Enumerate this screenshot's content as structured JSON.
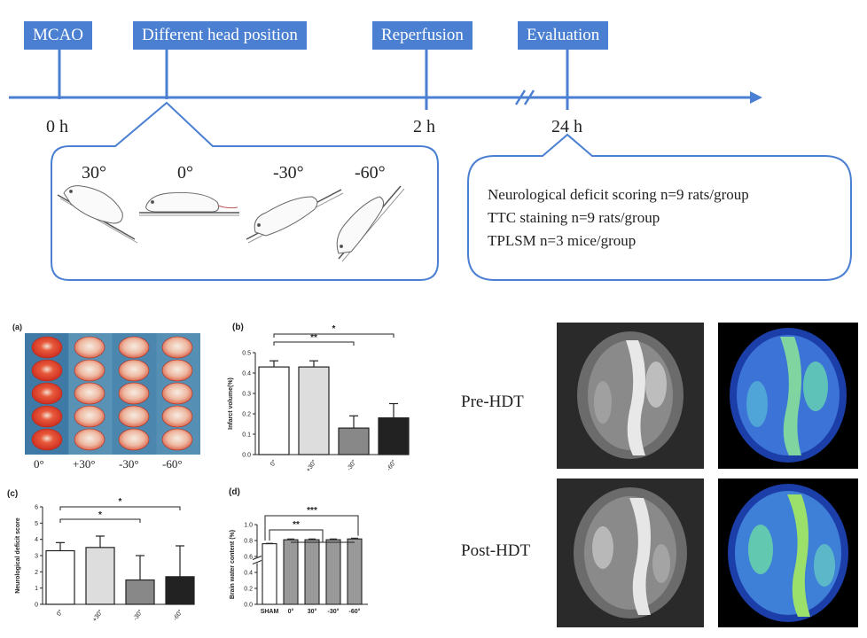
{
  "timeline": {
    "stages": [
      {
        "label": "MCAO",
        "time": "0 h"
      },
      {
        "label": "Different head position",
        "time": ""
      },
      {
        "label": "Reperfusion",
        "time": "2 h"
      },
      {
        "label": "Evaluation",
        "time": "24 h"
      }
    ],
    "positions": [
      "30°",
      "0°",
      "-30°",
      "-60°"
    ],
    "evaluation": [
      "Neurological deficit scoring n=9 rats/group",
      "TTC staining n=9 rats/group",
      "TPLSM  n=3 mice/group"
    ],
    "accent_color": "#4a7fd1"
  },
  "panel_a": {
    "letter": "(a)",
    "labels": [
      "0°",
      "+30°",
      "-30°",
      "-60°"
    ]
  },
  "chart_data": [
    {
      "type": "bar",
      "panel": "(b)",
      "ylabel": "Infarct volume(%)",
      "categories": [
        "0°",
        "+30°",
        "-30°",
        "-60°"
      ],
      "values": [
        0.43,
        0.43,
        0.13,
        0.18
      ],
      "errors": [
        0.03,
        0.03,
        0.06,
        0.07
      ],
      "ylim": [
        0,
        0.5
      ],
      "yticks": [
        "0.0",
        "0.1",
        "0.2",
        "0.3",
        "0.4",
        "0.5"
      ],
      "significance": [
        {
          "from": 0,
          "to": 2,
          "label": "**"
        },
        {
          "from": 0,
          "to": 3,
          "label": "*"
        }
      ],
      "colors": [
        "#ffffff",
        "#dddddd",
        "#888888",
        "#222222"
      ]
    },
    {
      "type": "bar",
      "panel": "(c)",
      "ylabel": "Neurological deficit score",
      "categories": [
        "0°",
        "+30°",
        "-30°",
        "-60°"
      ],
      "values": [
        3.3,
        3.5,
        1.5,
        1.7
      ],
      "errors": [
        0.5,
        0.7,
        1.5,
        1.9
      ],
      "ylim": [
        0,
        6
      ],
      "yticks": [
        "0",
        "1",
        "2",
        "3",
        "4",
        "5",
        "6"
      ],
      "significance": [
        {
          "from": 0,
          "to": 2,
          "label": "*"
        },
        {
          "from": 0,
          "to": 3,
          "label": "*"
        }
      ],
      "colors": [
        "#ffffff",
        "#dddddd",
        "#888888",
        "#222222"
      ]
    },
    {
      "type": "bar",
      "panel": "(d)",
      "ylabel": "Brain water content (%)",
      "categories": [
        "SHAM",
        "0°",
        "30°",
        "-30°",
        "-60°"
      ],
      "values": [
        0.76,
        0.81,
        0.81,
        0.81,
        0.82
      ],
      "errors": [
        0.005,
        0.01,
        0.01,
        0.01,
        0.01
      ],
      "ylim": [
        0,
        1.0
      ],
      "yticks": [
        "0.0",
        "0.2",
        "0.4",
        "0.6",
        "0.8",
        "1.0"
      ],
      "significance": [
        {
          "label": "**"
        },
        {
          "label": "***"
        }
      ],
      "colors": [
        "#ffffff",
        "#999999",
        "#999999",
        "#999999",
        "#999999"
      ]
    }
  ],
  "imaging": {
    "rows": [
      "Pre-HDT",
      "Post-HDT"
    ]
  }
}
